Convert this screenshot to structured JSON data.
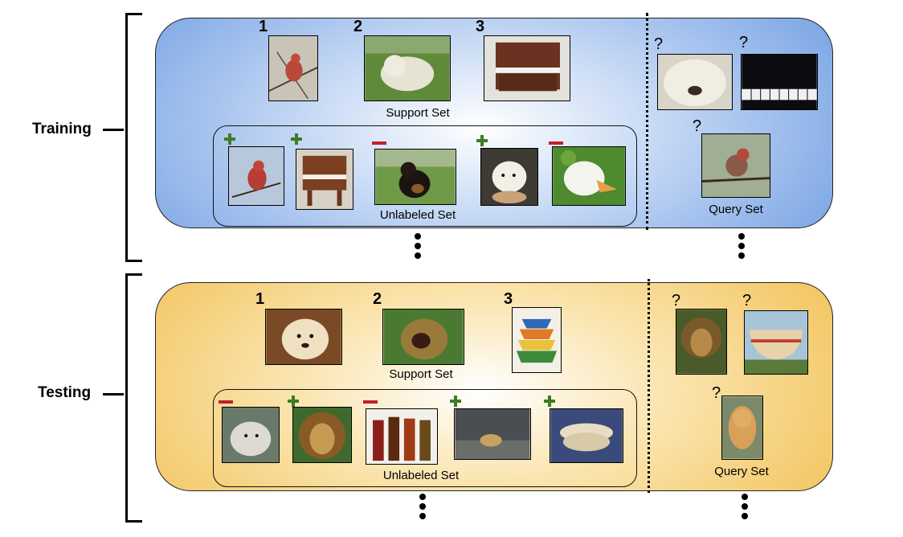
{
  "phases": {
    "training": {
      "label": "Training",
      "support_caption": "Support Set",
      "unlabeled_caption": "Unlabeled Set",
      "query_caption": "Query Set",
      "class_numbers": [
        "1",
        "2",
        "3"
      ],
      "question_mark": "?"
    },
    "testing": {
      "label": "Testing",
      "support_caption": "Support Set",
      "unlabeled_caption": "Unlabeled Set",
      "query_caption": "Query Set",
      "class_numbers": [
        "1",
        "2",
        "3"
      ],
      "question_mark": "?"
    }
  },
  "icons": {
    "plus": "plus-icon",
    "minus": "minus-icon",
    "continuation": "vertical-ellipsis-icon"
  },
  "colors": {
    "training_panel": "#78a3e4",
    "testing_panel": "#f2c45c",
    "plus": "#3f7d22",
    "minus": "#c02028"
  },
  "images": {
    "training_support": [
      "finch",
      "white-sheepdog",
      "piano"
    ],
    "training_unlabeled": [
      "finch",
      "piano",
      "black-dog",
      "white-puppy",
      "duck"
    ],
    "training_unlabeled_marks": [
      "plus",
      "plus",
      "minus",
      "plus",
      "minus"
    ],
    "training_query": [
      "white-dog",
      "piano",
      "finch"
    ],
    "testing_support": [
      "golden-retriever",
      "roaring-lion",
      "stacked-bowls"
    ],
    "testing_unlabeled": [
      "wolf",
      "lion",
      "beer-bottles",
      "dog-walking",
      "bowls"
    ],
    "testing_unlabeled_marks": [
      "minus",
      "plus",
      "minus",
      "plus",
      "plus"
    ],
    "testing_query": [
      "lion",
      "bowl",
      "golden-retriever"
    ]
  }
}
